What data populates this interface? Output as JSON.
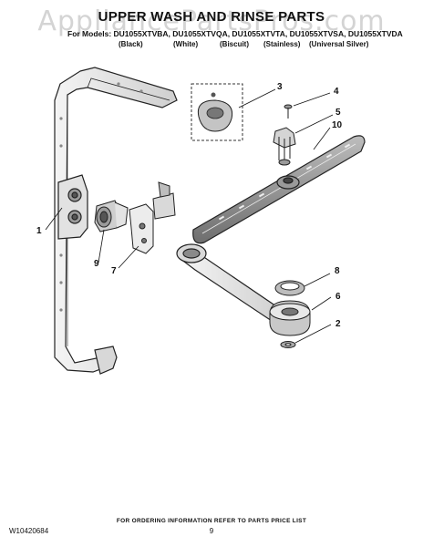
{
  "header": {
    "title": "UPPER WASH AND RINSE PARTS",
    "models_line": "For Models: DU1055XTVBA, DU1055XTVQA, DU1055XTVTA, DU1055XTVSA, DU1055XTVDA",
    "colors": [
      "(Black)",
      "(White)",
      "(Biscuit)",
      "(Stainless)",
      "(Universal Silver)"
    ]
  },
  "watermark": "AppliancePartsPros.com",
  "callouts": [
    "1",
    "2",
    "3",
    "4",
    "5",
    "6",
    "7",
    "8",
    "9",
    "10"
  ],
  "footer": {
    "doc_number": "W10420684",
    "instruction": "FOR ORDERING INFORMATION REFER TO PARTS PRICE LIST",
    "page": "9"
  }
}
